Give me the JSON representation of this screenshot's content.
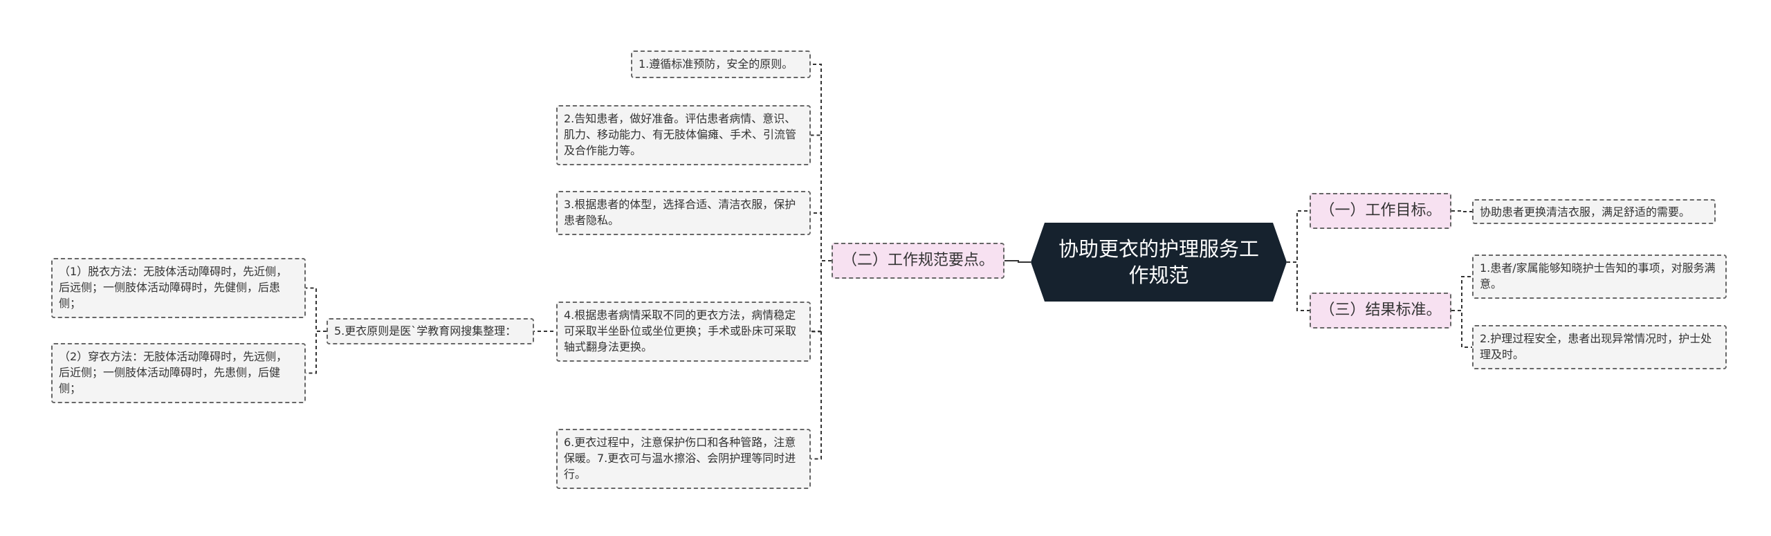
{
  "root": {
    "title": "协助更衣的护理服务工作规范"
  },
  "right": {
    "goal": {
      "label": "（一）工作目标。",
      "items": [
        "协助患者更换清洁衣服，满足舒适的需要。"
      ]
    },
    "result": {
      "label": "（三）结果标准。",
      "items": [
        "1.患者/家属能够知晓护士告知的事项，对服务满意。",
        "2.护理过程安全，患者出现异常情况时，护士处理及时。"
      ]
    }
  },
  "left": {
    "points": {
      "label": "（二）工作规范要点。",
      "items": [
        "1.遵循标准预防，安全的原则。",
        "2.告知患者，做好准备。评估患者病情、意识、肌力、移动能力、有无肢体偏瘫、手术、引流管及合作能力等。",
        "3.根据患者的体型，选择合适、清洁衣服，保护患者隐私。",
        "4.根据患者病情采取不同的更衣方法，病情稳定可采取半坐卧位或坐位更换；手术或卧床可采取轴式翻身法更换。",
        "5.更衣原则是医`学教育网搜集整理：",
        "6.更衣过程中，注意保护伤口和各种管路，注意保暖。7.更衣可与温水擦浴、会阴护理等同时进行。"
      ],
      "principle_subitems": [
        "（1）脱衣方法：无肢体活动障碍时，先近侧，后远侧；一侧肢体活动障碍时，先健侧，后患侧；",
        "（2）穿衣方法：无肢体活动障碍时，先远侧，后近侧；一侧肢体活动障碍时，先患侧，后健侧；"
      ]
    }
  },
  "colors": {
    "root_bg": "#16222e",
    "branch_bg": "#f7e1f1",
    "leaf_bg": "#f4f4f4",
    "line": "#333333"
  }
}
